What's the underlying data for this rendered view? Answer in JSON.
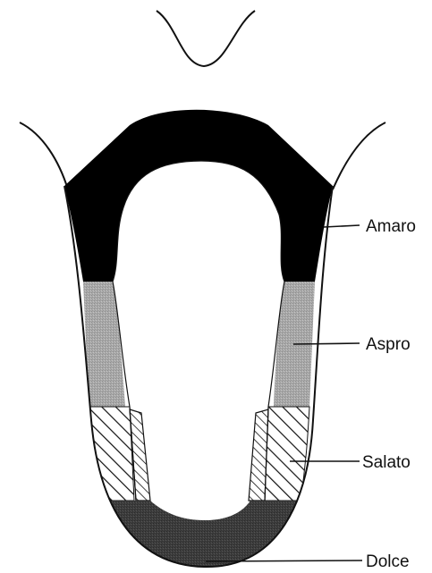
{
  "diagram": {
    "labels": {
      "bitter": "Amaro",
      "sour": "Aspro",
      "salty": "Salato",
      "sweet": "Dolce"
    }
  },
  "colors": {
    "bitter": "#000000",
    "sour": "#a9a9a9",
    "sweet": "#3d3d3d",
    "outline": "#111111"
  }
}
